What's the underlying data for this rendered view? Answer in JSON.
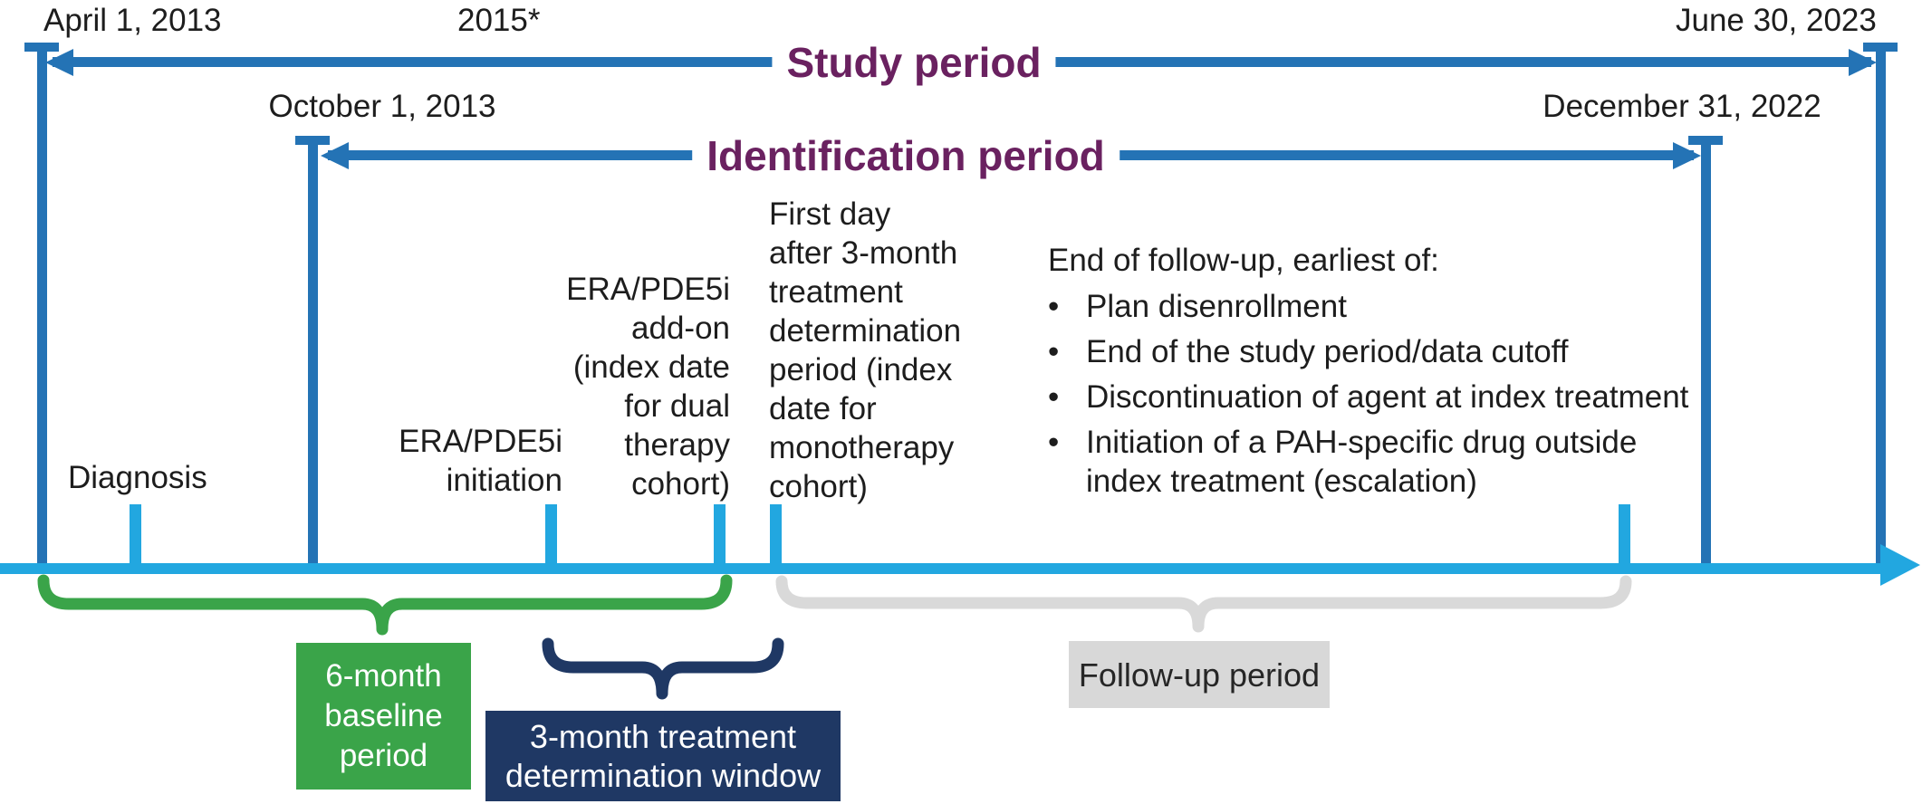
{
  "palette": {
    "arrow_blue": "#2473b5",
    "timeline_light_blue": "#22a7e0",
    "period_label_purple": "#6a2160",
    "baseline_green": "#3aa449",
    "determination_navy": "#1f3864",
    "followup_gray": "#d8d8d8",
    "text_ink": "#1d1d1d"
  },
  "dates": {
    "study_start": "April 1, 2013",
    "asterisk_year": "2015*",
    "study_end": "June 30, 2023",
    "identification_start": "October 1, 2013",
    "identification_end": "December 31, 2022"
  },
  "periods": {
    "study": "Study period",
    "identification": "Identification period"
  },
  "timeline_labels": {
    "diagnosis": {
      "lines": [
        "Diagnosis"
      ]
    },
    "initiation": {
      "lines": [
        "ERA/PDE5i",
        "initiation"
      ]
    },
    "add_on": {
      "lines": [
        "ERA/PDE5i",
        "add-on",
        "(index date",
        "for dual",
        "therapy",
        "cohort)"
      ]
    },
    "monotherapy_index": {
      "lines": [
        "First day",
        "after 3-month",
        "treatment",
        "determination",
        "period (index",
        "date for",
        "monotherapy",
        "cohort)"
      ]
    }
  },
  "followup": {
    "heading": "End of follow-up, earliest of:",
    "bullet_char": "•",
    "bullets": [
      {
        "lines": [
          "Plan disenrollment"
        ]
      },
      {
        "lines": [
          "End of the study period/data cutoff"
        ]
      },
      {
        "lines": [
          "Discontinuation of agent at index treatment"
        ]
      },
      {
        "lines": [
          "Initiation of a PAH-specific drug outside",
          "index treatment (escalation)"
        ]
      }
    ]
  },
  "boxes": {
    "baseline": {
      "lines": [
        "6-month",
        "baseline",
        "period"
      ]
    },
    "determination": {
      "lines": [
        "3-month treatment",
        "determination window"
      ]
    },
    "followup": {
      "lines": [
        "Follow-up period"
      ]
    }
  }
}
